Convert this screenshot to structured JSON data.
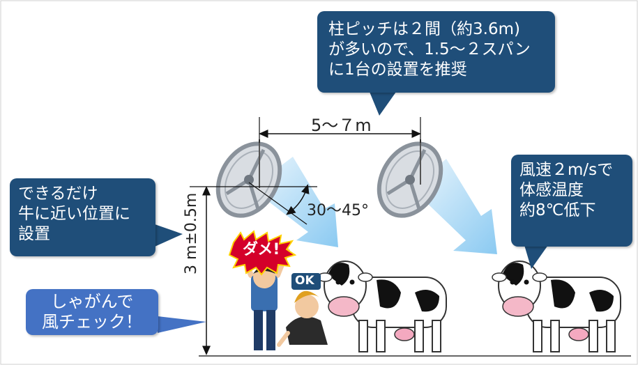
{
  "callouts": {
    "pillar_pitch": [
      "柱ピッチは２間（約3.6m)",
      "が多いので、1.5～２スパン",
      "に1台の設置を推奨"
    ],
    "close_to_cow": [
      "できるだけ",
      "牛に近い位置に",
      "設置"
    ],
    "wind_speed": [
      "風速２m/sで",
      "体感温度",
      "約8℃低下"
    ],
    "crouch_check": [
      "しゃがんで",
      "風チェック！"
    ]
  },
  "dimensions": {
    "fan_spacing": "5～７m",
    "tilt_angle": "30～45°",
    "mount_height": "3 m±0.5m"
  },
  "signs": {
    "bad": "ダメ!",
    "ok": "OK"
  },
  "colors": {
    "callout_dark": "#1f4e79",
    "callout_blue": "#4472c4",
    "airflow": "#7ec4f0"
  }
}
